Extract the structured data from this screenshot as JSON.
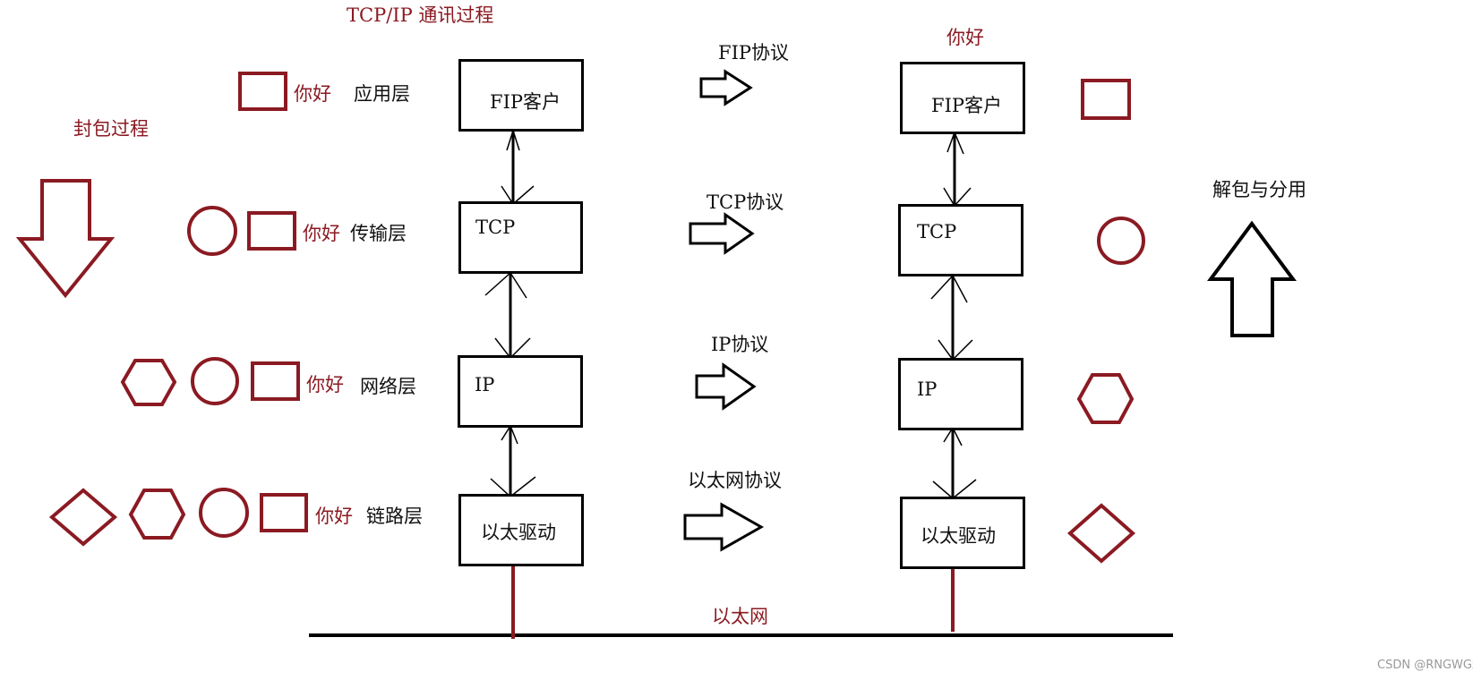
{
  "title": "TCP/IP 通讯过程",
  "encapsulation_label": "封包过程",
  "decapsulation_label": "解包与分用",
  "hello_label": "你好",
  "left_stack": {
    "layers": [
      {
        "data_label": "你好",
        "layer_name": "应用层",
        "box_label": "FIP客户"
      },
      {
        "data_label": "你好",
        "layer_name": "传输层",
        "box_label": "TCP"
      },
      {
        "data_label": "你好",
        "layer_name": "网络层",
        "box_label": "IP"
      },
      {
        "data_label": "你好",
        "layer_name": "链路层",
        "box_label": "以太驱动"
      }
    ]
  },
  "right_stack": {
    "top_label": "你好",
    "layers": [
      {
        "box_label": "FIP客户"
      },
      {
        "box_label": "TCP"
      },
      {
        "box_label": "IP"
      },
      {
        "box_label": "以太驱动"
      }
    ]
  },
  "protocols": [
    "FIP协议",
    "TCP协议",
    "IP协议",
    "以太网协议"
  ],
  "ethernet_label": "以太网",
  "watermark": "CSDN @RNGWGzZs",
  "colors": {
    "accent": "#8b1a22",
    "line": "#000000"
  }
}
